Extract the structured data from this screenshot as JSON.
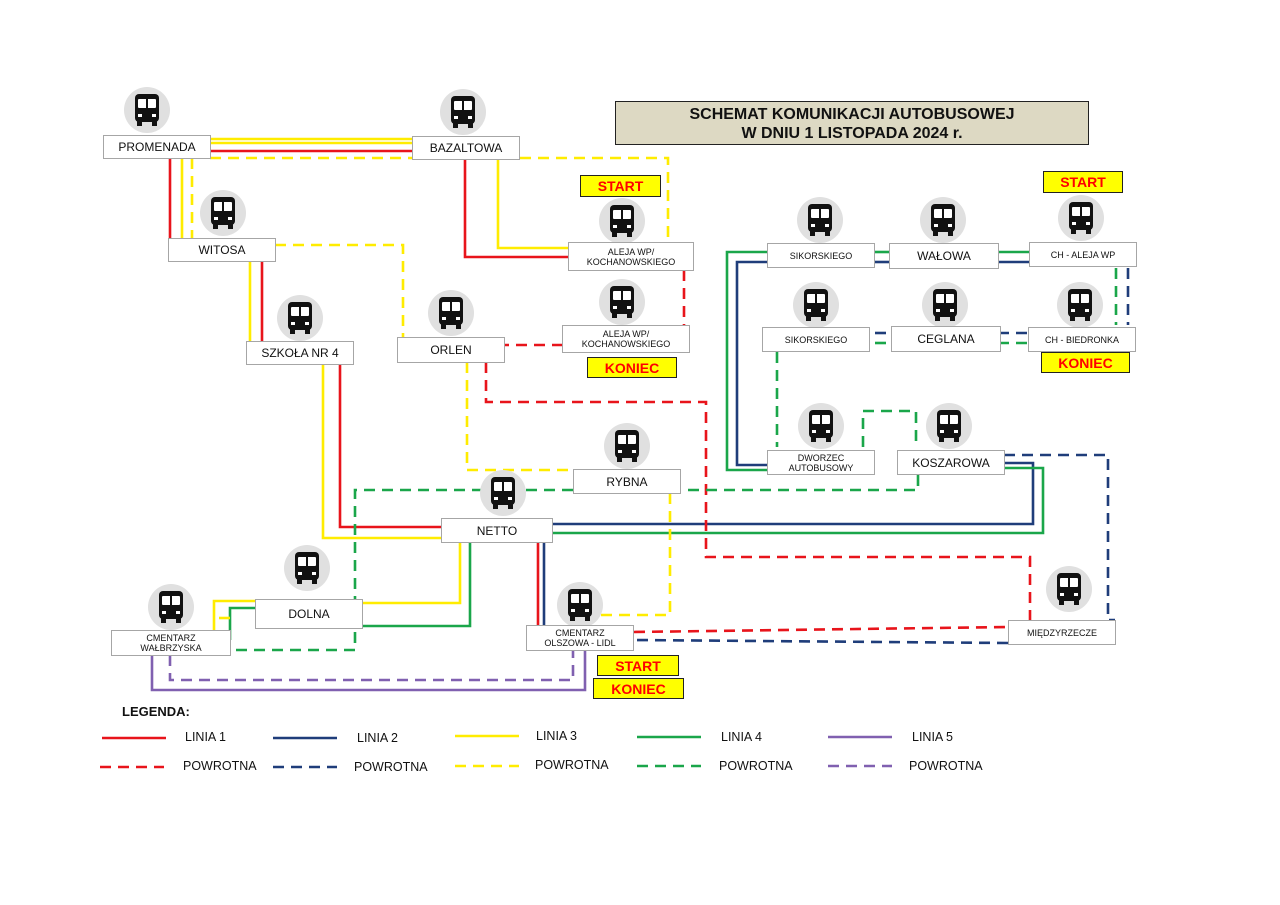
{
  "title": {
    "line1": "SCHEMAT KOMUNIKACJI AUTOBUSOWEJ",
    "line2": "W DNIU 1 LISTOPADA 2024 r."
  },
  "colors": {
    "linia_1": "#e8141b",
    "linia_2": "#1f3d7a",
    "linia_3": "#ffec00",
    "linia_4": "#1aa64a",
    "linia_5": "#8060b0",
    "title_bg": "#ddd9c3",
    "tag_bg": "#ffff00",
    "tag_text": "#ff0000"
  },
  "icons": {
    "stop_icon": "bus-icon"
  },
  "stops": {
    "promenada": "PROMENADA",
    "bazaltowa": "BAZALTOWA",
    "witosa": "WITOSA",
    "aleja_wp_start_l1": "ALEJA WP/",
    "aleja_wp_start_l2": "KOCHANOWSKIEGO",
    "aleja_wp_end_l1": "ALEJA WP/",
    "aleja_wp_end_l2": "KOCHANOWSKIEGO",
    "szkola": "SZKOŁA NR 4",
    "orlen": "ORLEN",
    "sikorskiego_top": "SIKORSKIEGO",
    "walowa": "WAŁOWA",
    "ch_aleja_wp": "CH - ALEJA WP",
    "sikorskiego_mid": "SIKORSKIEGO",
    "ceglana": "CEGLANA",
    "ch_biedronka": "CH - BIEDRONKA",
    "dworzec_l1": "DWORZEC",
    "dworzec_l2": "AUTOBUSOWY",
    "koszarowa": "KOSZAROWA",
    "rybna": "RYBNA",
    "netto": "NETTO",
    "dolna": "DOLNA",
    "cm_walbrzyska_l1": "CMENTARZ",
    "cm_walbrzyska_l2": "WAŁBRZYSKA",
    "cm_olszowa_l1": "CMENTARZ",
    "cm_olszowa_l2": "OLSZOWA - LIDL",
    "miedzyrzecze": "MIĘDZYRZECZE"
  },
  "tags": {
    "start_left": "START",
    "koniec_left": "KONIEC",
    "start_right": "START",
    "koniec_right": "KONIEC",
    "start_bottom": "START",
    "koniec_bottom": "KONIEC"
  },
  "legend": {
    "title": "LEGENDA:",
    "lines": [
      "LINIA 1",
      "LINIA 2",
      "LINIA 3",
      "LINIA 4",
      "LINIA 5"
    ],
    "returns": [
      "POWROTNA",
      "POWROTNA",
      "POWROTNA",
      "POWROTNA",
      "POWROTNA"
    ]
  }
}
